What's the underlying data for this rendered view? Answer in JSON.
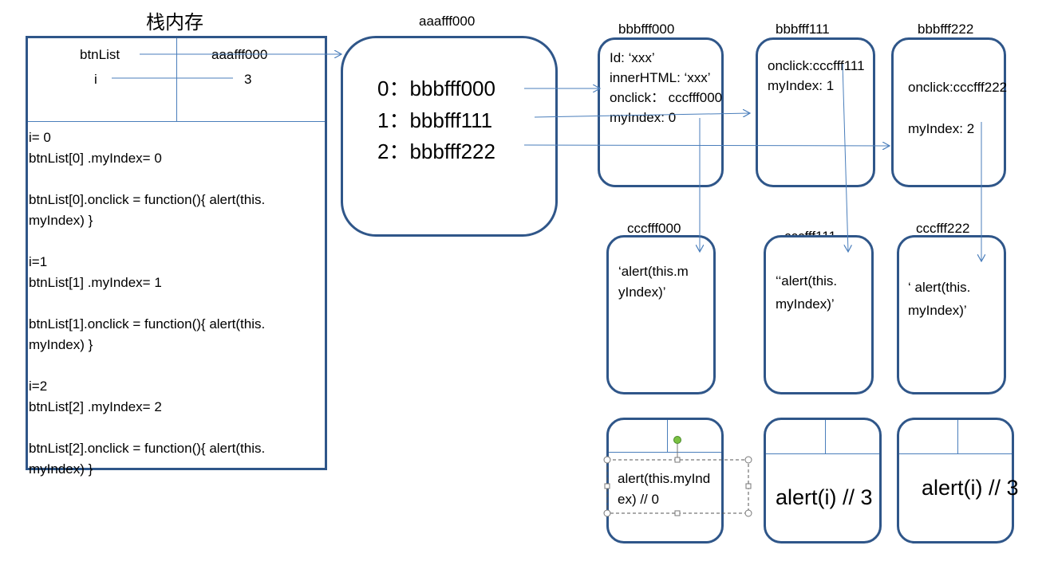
{
  "stack": {
    "title": "栈内存",
    "var_btnList": "btnList",
    "val_btnList": "aaafff000",
    "var_i": "i",
    "val_i": "3",
    "code": [
      "i= 0",
      "btnList[0] .myIndex= 0",
      "",
      " btnList[0].onclick = function(){ alert(this.",
      "myIndex) }",
      "",
      "i=1",
      "btnList[1] .myIndex= 1",
      "",
      "btnList[1].onclick = function(){ alert(this.",
      "myIndex) }",
      "",
      "i=2",
      "btnList[2] .myIndex= 2",
      "",
      "btnList[2].onclick = function(){ alert(this.",
      "myIndex) }"
    ]
  },
  "array": {
    "address": "aaafff000",
    "items": [
      "0：bbbfff000",
      "1：bbbfff111",
      "2：bbbfff222"
    ]
  },
  "objects": {
    "b000": {
      "address": "bbbfff000",
      "lines": [
        "Id: ‘xxx’",
        "innerHTML: ‘xxx’",
        "onclick：  cccfff000",
        "myIndex: 0"
      ]
    },
    "b111": {
      "address": "bbbfff111",
      "lines": [
        "onclick:cccfff111",
        "myIndex: 1"
      ]
    },
    "b222": {
      "address": "bbbfff222",
      "line1": "onclick:cccfff222",
      "line2": "myIndex: 2"
    }
  },
  "functions": {
    "c000": {
      "address": "cccfff000",
      "lines": [
        "‘alert(this.m",
        "yIndex)’"
      ]
    },
    "c111": {
      "address": "cccfff111",
      "lines": [
        "‘‘alert(this.",
        "myIndex)’"
      ]
    },
    "c222": {
      "address": "cccfff222",
      "lines": [
        "‘ alert(this.",
        "myIndex)’"
      ]
    }
  },
  "scopes": {
    "s0": {
      "lines": [
        "alert(this.myInd",
        "ex) // 0"
      ]
    },
    "s1": {
      "text": "alert(i) // 3"
    },
    "s2": {
      "text": "alert(i) // 3"
    }
  },
  "colors": {
    "border": "#2f5689",
    "arrow": "#4a7ebb",
    "handle": "#7ac142"
  }
}
